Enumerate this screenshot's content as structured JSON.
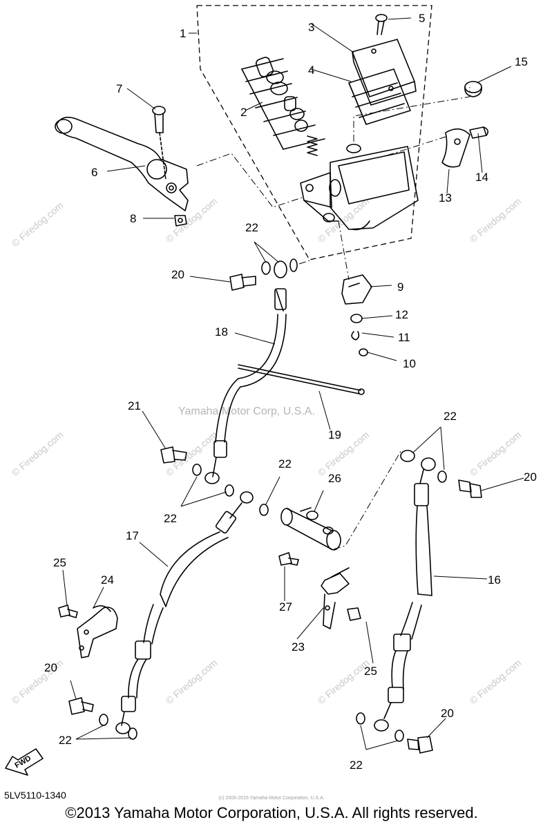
{
  "diagram": {
    "part_numbers": [
      "1",
      "2",
      "3",
      "4",
      "5",
      "6",
      "7",
      "8",
      "9",
      "10",
      "11",
      "12",
      "13",
      "14",
      "15",
      "16",
      "17",
      "18",
      "19",
      "20",
      "20",
      "20",
      "20",
      "21",
      "22",
      "22",
      "22",
      "22",
      "22",
      "22",
      "22",
      "23",
      "24",
      "25",
      "25",
      "26",
      "27"
    ],
    "watermark_center": "Yamaha Motor Corp, U.S.A.",
    "watermark_site": "© Firedog.com",
    "arrow_label": "FWD",
    "diagram_code": "5LV5110-1340",
    "tiny_notice": "(c) 2005-2015 Yamaha Motor Corporation, U.S.A.",
    "copyright": "©2013 Yamaha Motor Corporation, U.S.A. All rights reserved."
  }
}
